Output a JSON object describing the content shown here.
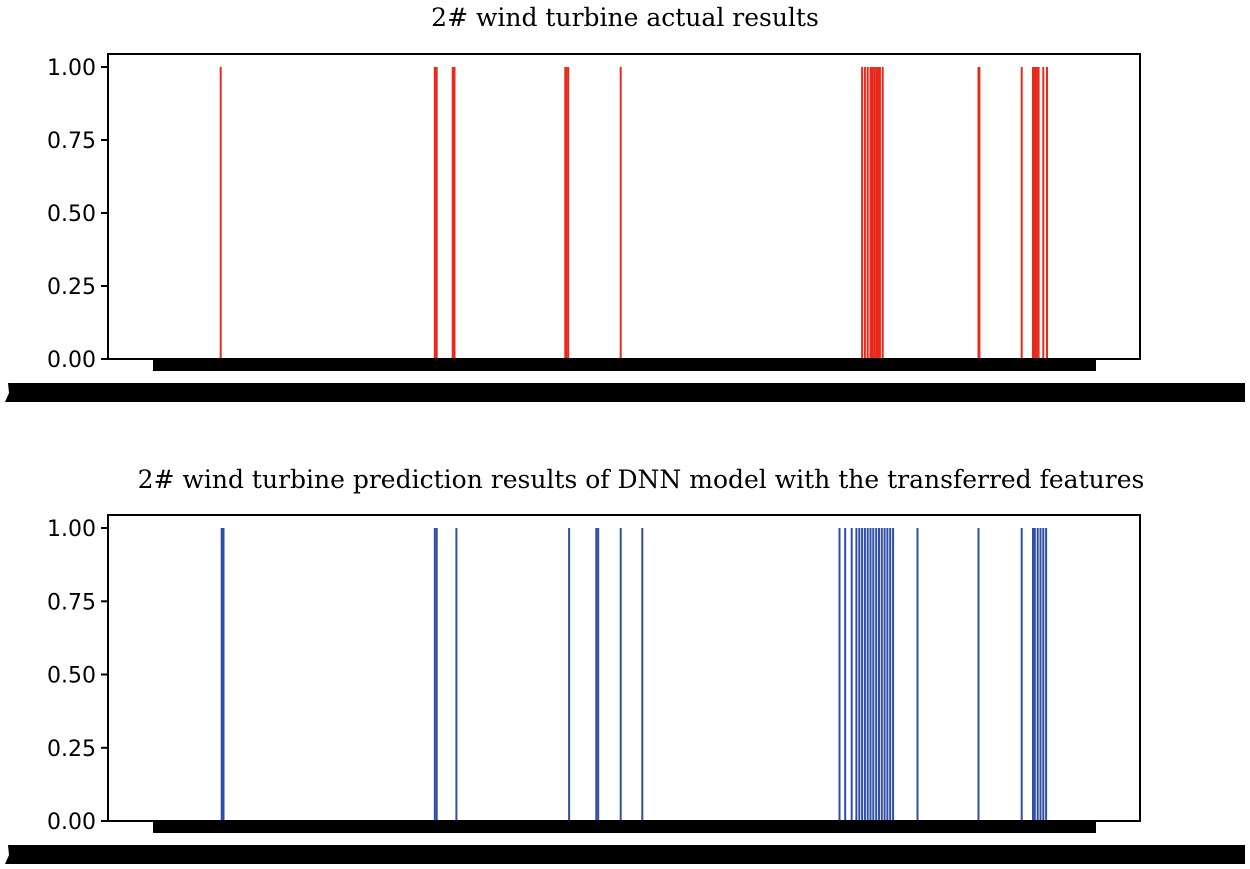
{
  "chart_data": [
    {
      "type": "bar",
      "title": "2# wind turbine actual results",
      "xlabel": "",
      "ylabel": "",
      "ylim": [
        0,
        1
      ],
      "yticks": [
        "0.00",
        "0.25",
        "0.50",
        "0.75",
        "1.00"
      ],
      "xlim": [
        0,
        1000
      ],
      "color": "#e8291c",
      "x": [
        70,
        298,
        299,
        300,
        317,
        318,
        319,
        437,
        438,
        440,
        496,
        753,
        756,
        759,
        762,
        764,
        766,
        768,
        770,
        772,
        775,
        877,
        878,
        923,
        935,
        937,
        938,
        939,
        941,
        946,
        950
      ],
      "values": [
        1,
        1,
        1,
        1,
        1,
        1,
        1,
        1,
        1,
        1,
        1,
        1,
        1,
        1,
        1,
        1,
        1,
        1,
        1,
        1,
        1,
        1,
        1,
        1,
        1,
        1,
        1,
        1,
        1,
        1,
        1
      ]
    },
    {
      "type": "bar",
      "title": "2# wind turbine prediction results of DNN model with the transferred features",
      "xlabel": "",
      "ylabel": "",
      "ylim": [
        0,
        1
      ],
      "yticks": [
        "0.00",
        "0.25",
        "0.50",
        "0.75",
        "1.00"
      ],
      "xlim": [
        0,
        1000
      ],
      "color": "#2f4fa6",
      "x": [
        71,
        73,
        298,
        300,
        321,
        441,
        470,
        472,
        496,
        519,
        729,
        735,
        742,
        747,
        750,
        753,
        756,
        759,
        762,
        765,
        768,
        771,
        774,
        777,
        780,
        783,
        786,
        812,
        877,
        923,
        935,
        937,
        940,
        943,
        946,
        949
      ],
      "values": [
        1,
        1,
        1,
        1,
        1,
        1,
        1,
        1,
        1,
        1,
        1,
        1,
        1,
        1,
        1,
        1,
        1,
        1,
        1,
        1,
        1,
        1,
        1,
        1,
        1,
        1,
        1,
        1,
        1,
        1,
        1,
        1,
        1,
        1,
        1,
        1
      ]
    }
  ]
}
